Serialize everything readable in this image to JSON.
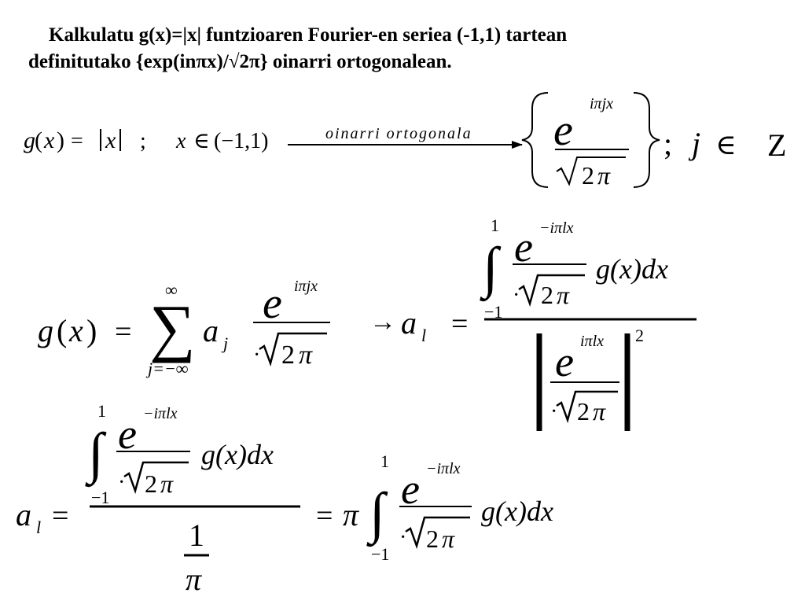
{
  "heading": {
    "line1": "Kalkulatu g(x)=|x| funtzioaren Fourier-en seriea (-1,1) tartean",
    "line2": "definitutako {exp(inπx)/√2π} oinarri ortogonalean."
  },
  "row1": {
    "g": "g",
    "x": "x",
    "lp": "(",
    "rp": ")",
    "eq": "=",
    "absx": "x",
    "semi": ";",
    "xv": "x",
    "in": "∈",
    "interval": "(−1,1)",
    "arrow_label": "oinarri ortogonala",
    "e": "e",
    "exp": "iπjx",
    "two": "2",
    "pi": "π",
    "semi2": ";",
    "j": "j",
    "in2": "∈",
    "Z": "Z"
  },
  "row2": {
    "g": "g",
    "x": "x",
    "lp": "(",
    "rp": ")",
    "eq": "=",
    "sigma": "∑",
    "upper": "∞",
    "lower": "j=−∞",
    "a": "a",
    "asub": "j",
    "e": "e",
    "exp": "iπjx",
    "dot": "·",
    "two": "2",
    "pi": "π",
    "arrow": "→",
    "al": "a",
    "alsub": "l",
    "eq2": "=",
    "int": "∫",
    "int_up": "1",
    "int_low": "−1",
    "e2": "e",
    "exp2": "−iπlx",
    "dot2": "·",
    "two2": "2",
    "pi2": "π",
    "gxdx": "g(x)dx",
    "e3": "e",
    "exp3": "iπlx",
    "dot3": "·",
    "two3": "2",
    "pi3": "π",
    "sq": "2"
  },
  "row3": {
    "al": "a",
    "alsub": "l",
    "eq": "=",
    "int": "∫",
    "int_up": "1",
    "int_low": "−1",
    "e": "e",
    "exp": "−iπlx",
    "dot": "·",
    "two": "2",
    "pi": "π",
    "gxdx": "g(x)dx",
    "one": "1",
    "piden": "π",
    "eq2": "=",
    "pi_f": "π",
    "int2": "∫",
    "int2_up": "1",
    "int2_low": "−1",
    "e2": "e",
    "exp2": "−iπlx",
    "dot2": "·",
    "two2": "2",
    "pi2": "π",
    "gxdx2": "g(x)dx"
  }
}
